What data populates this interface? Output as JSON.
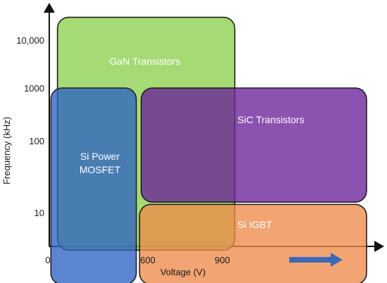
{
  "chart_data": {
    "type": "area",
    "title": "",
    "xlabel": "Voltage (V)",
    "ylabel": "Frequency (kHz)",
    "x_ticks": [
      "0",
      "600",
      "900"
    ],
    "y_ticks": [
      "10",
      "100",
      "1000",
      "10,000"
    ],
    "y_scale": "log",
    "grid": false,
    "regions": [
      {
        "name": "GaN Transistors",
        "label": "GaN Transistors",
        "color": "#8ccf4d",
        "x_range": [
          50,
          950
        ],
        "y_range": [
          3,
          30000
        ]
      },
      {
        "name": "Si Power MOSFET",
        "label": "Si Power\nMOSFET",
        "color": "#2e63c4",
        "x_range": [
          10,
          530
        ],
        "y_range": [
          1,
          1000
        ]
      },
      {
        "name": "SiC Transistors",
        "label": "SiC Transistors",
        "color": "#6a2199",
        "x_range": [
          560,
          1480
        ],
        "y_range": [
          14,
          1000
        ]
      },
      {
        "name": "Si IGBT",
        "label": "Si IGBT",
        "color": "#ee8a4a",
        "x_range": [
          550,
          1480
        ],
        "y_range": [
          1,
          13
        ]
      }
    ],
    "arrow_direction": "increasing voltage"
  }
}
